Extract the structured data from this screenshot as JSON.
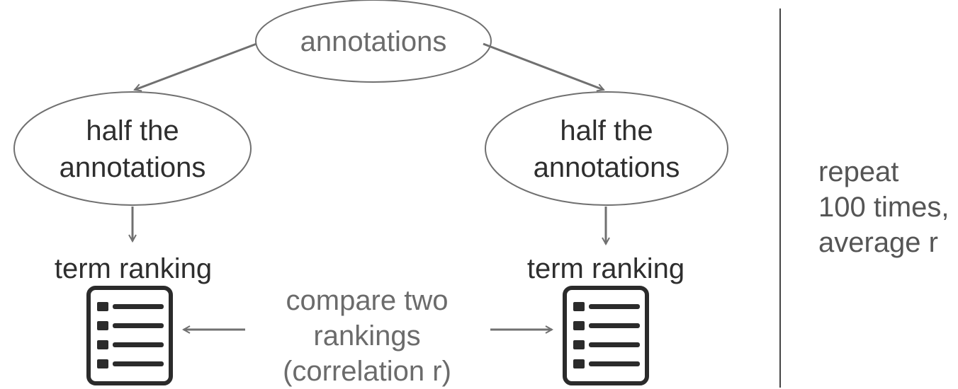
{
  "diagram": {
    "nodes": {
      "root": {
        "label": "annotations"
      },
      "left_half": {
        "lines": [
          "half the",
          "annotations"
        ]
      },
      "right_half": {
        "lines": [
          "half the",
          "annotations"
        ]
      },
      "left_ranking": {
        "label": "term ranking",
        "icon": "ranked-list-icon"
      },
      "right_ranking": {
        "label": "term ranking",
        "icon": "ranked-list-icon"
      },
      "compare": {
        "lines": [
          "compare two",
          "rankings",
          "(correlation r)"
        ]
      }
    },
    "side_note": {
      "lines": [
        "repeat",
        "100 times,",
        "average r"
      ]
    },
    "colors": {
      "stroke": "#707070",
      "text_dark": "#2e2e2e",
      "text_mid": "#6b6b6b",
      "icon_fill": "#2b2b2b",
      "divider": "#444444"
    }
  }
}
